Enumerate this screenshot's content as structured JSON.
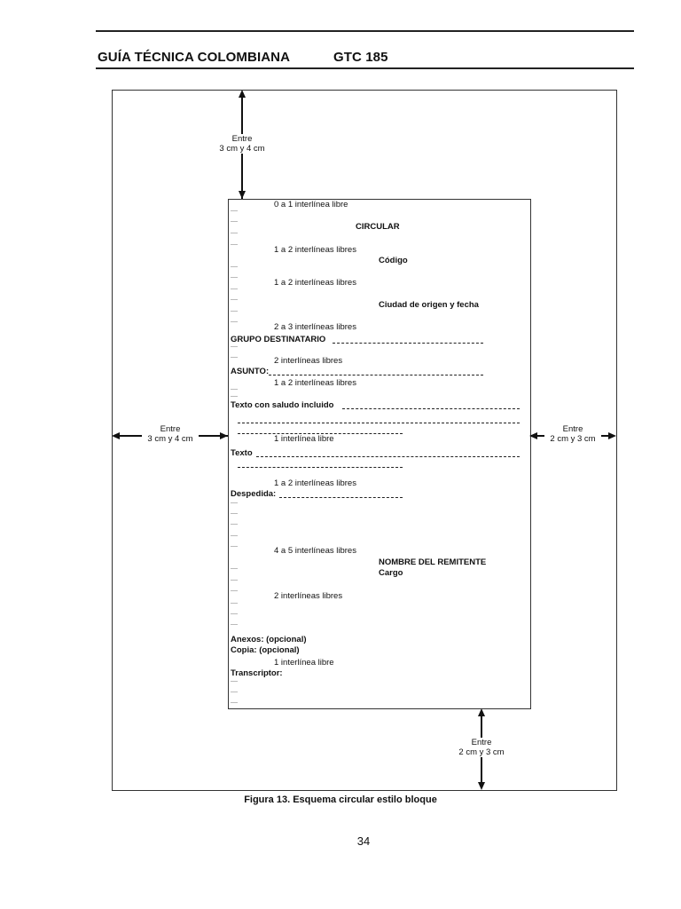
{
  "header": {
    "title": "GUÍA TÉCNICA COLOMBIANA",
    "code": "GTC 185"
  },
  "margins": {
    "top": {
      "line1": "Entre",
      "line2": "3 cm y 4 cm"
    },
    "left": {
      "line1": "Entre",
      "line2": "3 cm y 4 cm"
    },
    "right": {
      "line1": "Entre",
      "line2": "2 cm y 3 cm"
    },
    "bottom": {
      "line1": "Entre",
      "line2": "2 cm y 3 cm"
    }
  },
  "letter": {
    "s0": "0 a 1 interlínea libre",
    "circular": "CIRCULAR",
    "s1": "1 a 2 interlíneas libres",
    "codigo": "Código",
    "s2": "1 a 2 interlíneas libres",
    "ciudad": "Ciudad de origen y fecha",
    "s3": "2 a 3 interlíneas libres",
    "grupo": "GRUPO DESTINATARIO",
    "s4": "2 interlíneas libres",
    "asunto": "ASUNTO:",
    "s5": "1 a 2 interlíneas libres",
    "texto_saludo": "Texto con saludo incluido",
    "s6": "1 interlínea libre",
    "texto": "Texto",
    "s7": "1 a 2 interlíneas libres",
    "despedida": "Despedida:",
    "s8": "4 a 5 interlíneas libres",
    "remitente": "NOMBRE DEL REMITENTE",
    "cargo": "Cargo",
    "s9": "2 interlíneas libres",
    "anexos": "Anexos: (opcional)",
    "copia": "Copia: (opcional)",
    "s10": "1 interlínea libre",
    "transcriptor": "Transcriptor:"
  },
  "caption": "Figura 13. Esquema circular estilo bloque",
  "page_number": "34"
}
